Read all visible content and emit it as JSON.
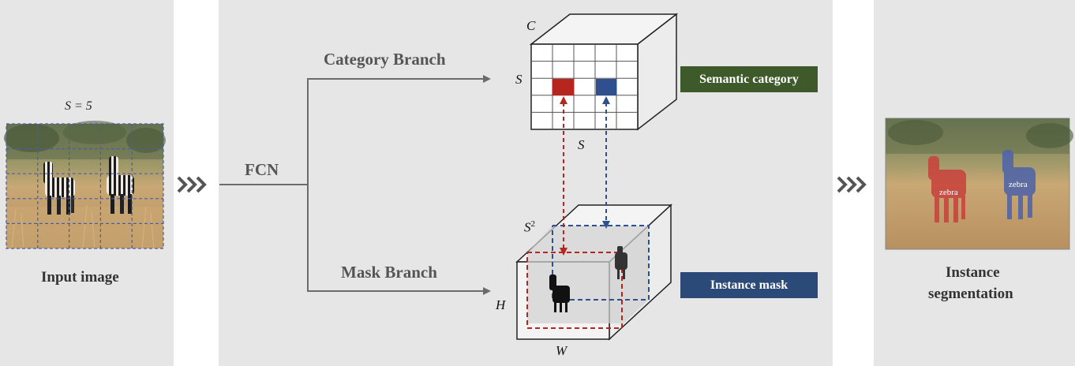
{
  "left": {
    "grid_label": "S = 5",
    "title": "Input image"
  },
  "center": {
    "fcn_label": "FCN",
    "category_branch_label": "Category Branch",
    "mask_branch_label": "Mask Branch",
    "cat_dim_c": "C",
    "cat_dim_s_side": "S",
    "cat_dim_s_bottom": "S",
    "mask_dim_s2": "S",
    "mask_dim_s2_sup": "2",
    "mask_dim_h": "H",
    "mask_dim_w": "W",
    "semantic_box": "Semantic category",
    "instance_box": "Instance mask"
  },
  "right": {
    "title_line1": "Instance",
    "title_line2": "segmentation",
    "tag_left": "zebra",
    "tag_right": "zebra"
  },
  "colors": {
    "panel_bg": "#e6e6e6",
    "arrow_gray": "#6b6b6b",
    "red": "#b5261e",
    "blue": "#2f4f8f",
    "semantic_green": "#3f5a2a",
    "instance_navy": "#2b4a78"
  }
}
